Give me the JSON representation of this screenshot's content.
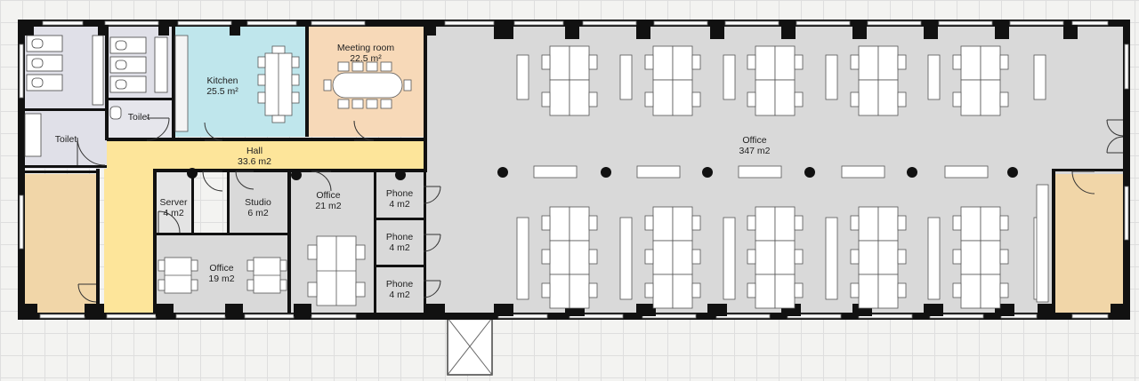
{
  "colors": {
    "wall": "#111111",
    "gray_floor": "#d9d9d9",
    "light_floor": "#e4e4e4",
    "toilet_floor": "#e0e0e8",
    "kitchen_floor": "#bfe6ec",
    "meeting_floor": "#f7d9b8",
    "hall_floor": "#fde59a",
    "stair_floor": "#f1d6a8"
  },
  "rooms": {
    "toilet_left": {
      "name": "Toilet"
    },
    "toilet_right": {
      "name": "Toilet"
    },
    "kitchen": {
      "name": "Kitchen",
      "area": "25.5 m²"
    },
    "meeting_room": {
      "name": "Meeting room",
      "area": "22.5 m²"
    },
    "hall": {
      "name": "Hall",
      "area": "33.6 m2"
    },
    "server": {
      "name": "Server",
      "area": "4 m2"
    },
    "studio": {
      "name": "Studio",
      "area": "6 m2"
    },
    "office_21": {
      "name": "Office",
      "area": "21 m2"
    },
    "phone_1": {
      "name": "Phone",
      "area": "4 m2"
    },
    "phone_2": {
      "name": "Phone",
      "area": "4 m2"
    },
    "phone_3": {
      "name": "Phone",
      "area": "4 m2"
    },
    "office_19": {
      "name": "Office",
      "area": "19 m2"
    },
    "office_347": {
      "name": "Office",
      "area": "347 m2"
    }
  }
}
